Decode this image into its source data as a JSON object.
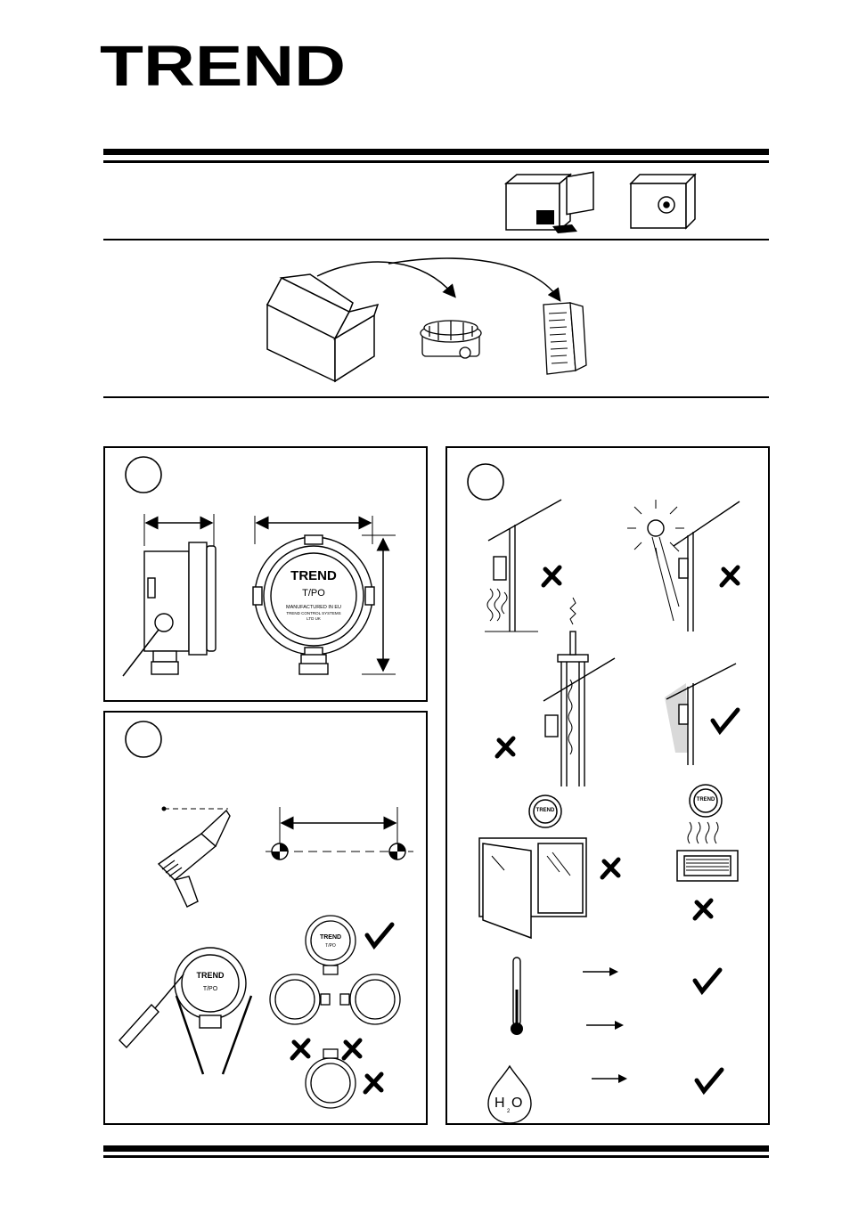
{
  "logo": {
    "text": "TREND"
  },
  "device": {
    "brand": "TREND",
    "model": "T/PO",
    "line1": "MANUFACTURED IN EU",
    "line2": "TREND CONTROL SYSTEMS",
    "line3": "LTD UK"
  },
  "water": {
    "h": "H",
    "o": "O",
    "sub": "2"
  },
  "colors": {
    "ink": "#000000",
    "paper": "#ffffff",
    "shade": "#d9d9d9"
  }
}
